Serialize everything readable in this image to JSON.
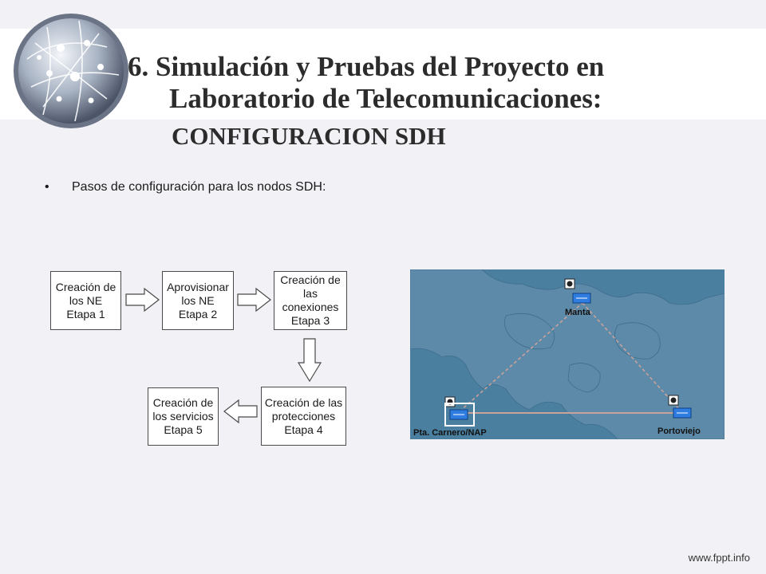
{
  "slide": {
    "title_line1": "6. Simulación y Pruebas del Proyecto en",
    "title_line2": "Laboratorio de Telecomunicaciones:",
    "subtitle": "CONFIGURACION SDH",
    "bullet": "Pasos de configuración para los nodos SDH:",
    "bullet_symbol": "•",
    "footer": "www.fppt.info"
  },
  "flow": {
    "step1": {
      "l1": "Creación de",
      "l2": "los NE",
      "l3": "Etapa 1"
    },
    "step2": {
      "l1": "Aprovisionar",
      "l2": "los NE",
      "l3": "Etapa 2"
    },
    "step3": {
      "l1": "Creación de",
      "l2": "las conexiones",
      "l3": "Etapa 3"
    },
    "step4": {
      "l1": "Creación de las",
      "l2": "protecciones",
      "l3": "Etapa 4"
    },
    "step5": {
      "l1": "Creación de",
      "l2": "los servicios",
      "l3": "Etapa 5"
    }
  },
  "map": {
    "node_manta": "Manta",
    "node_portoviejo": "Portoviejo",
    "node_carnero": "Pta. Carnero/NAP",
    "sea_color": "#4a7fa0",
    "land_color": "#5d8aa8"
  }
}
